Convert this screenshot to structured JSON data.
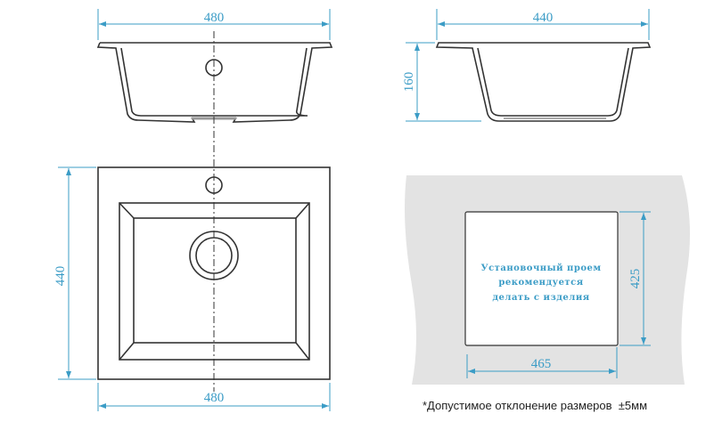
{
  "side_view_front": {
    "width_label": "480"
  },
  "side_view_side": {
    "width_label": "440",
    "height_label": "160"
  },
  "top_view": {
    "height_label": "440",
    "width_label": "480"
  },
  "cutout": {
    "note_lines": [
      "Установочный проем",
      "рекомендуется",
      "делать с изделия"
    ],
    "height_label": "425",
    "width_label": "465"
  },
  "footnote": "*Допустимое отклонение размеров  ±5мм",
  "colors": {
    "dimension": "#3b9cc6",
    "outline": "#333333",
    "cutout_bg": "#e3e3e3"
  }
}
